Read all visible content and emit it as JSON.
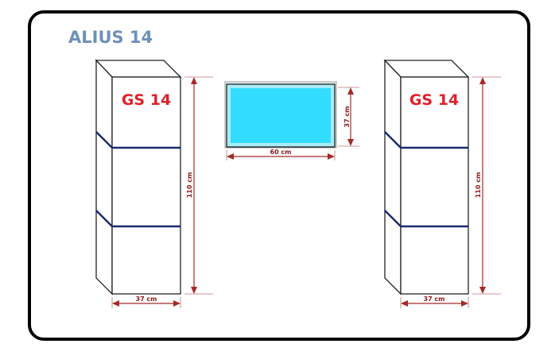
{
  "title": "ALIUS 14",
  "left_cabinet": {
    "label": "GS 14",
    "height_label": "110 cm",
    "width_label": "37 cm"
  },
  "mirror": {
    "height_label": "37 cm",
    "width_label": "60 cm",
    "glass_color": "#33ddff"
  },
  "right_cabinet": {
    "label": "GS 14",
    "height_label": "110 cm",
    "width_label": "37 cm"
  }
}
